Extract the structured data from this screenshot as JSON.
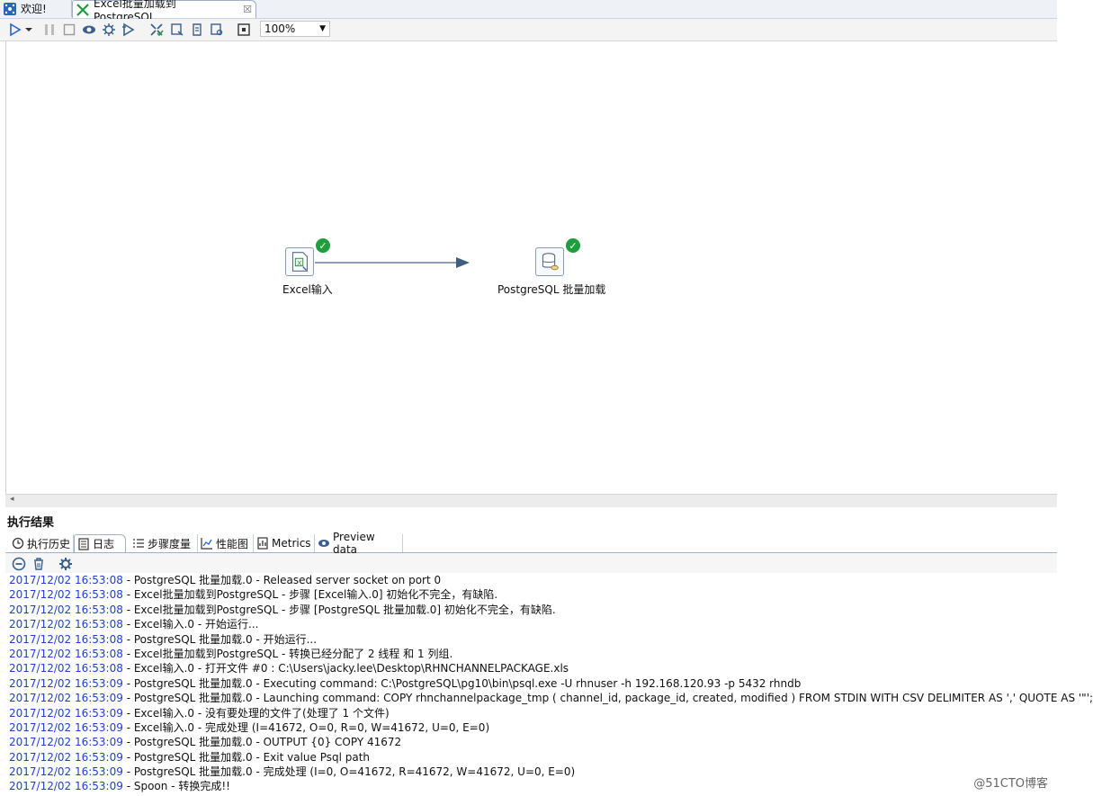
{
  "tabs": {
    "welcome": "欢迎!",
    "active": "Excel批量加载到PostgreSQL",
    "close_glyph": "☒"
  },
  "toolbar": {
    "zoom": "100%"
  },
  "canvas": {
    "steps": {
      "excel": {
        "label": "Excel输入",
        "icon": "excel-file-icon"
      },
      "pg": {
        "label": "PostgreSQL 批量加载",
        "icon": "database-bulk-load-icon"
      }
    },
    "status_ok": "✓"
  },
  "results": {
    "title": "执行结果",
    "tabs": [
      "执行历史",
      "日志",
      "步骤度量",
      "性能图",
      "Metrics",
      "Preview data"
    ],
    "log": [
      {
        "ts": "2017/12/02 16:53:08",
        "msg": " - PostgreSQL 批量加载.0 - Released server socket on port 0"
      },
      {
        "ts": "2017/12/02 16:53:08",
        "msg": " - Excel批量加载到PostgreSQL - 步骤 [Excel输入.0] 初始化不完全，有缺陷."
      },
      {
        "ts": "2017/12/02 16:53:08",
        "msg": " - Excel批量加载到PostgreSQL - 步骤 [PostgreSQL 批量加载.0] 初始化不完全，有缺陷."
      },
      {
        "ts": "2017/12/02 16:53:08",
        "msg": " - Excel输入.0 - 开始运行..."
      },
      {
        "ts": "2017/12/02 16:53:08",
        "msg": " - PostgreSQL 批量加载.0 - 开始运行..."
      },
      {
        "ts": "2017/12/02 16:53:08",
        "msg": " - Excel批量加载到PostgreSQL - 转换已经分配了 2 线程 和 1 列组."
      },
      {
        "ts": "2017/12/02 16:53:08",
        "msg": " - Excel输入.0 - 打开文件 #0 : C:\\Users\\jacky.lee\\Desktop\\RHNCHANNELPACKAGE.xls"
      },
      {
        "ts": "2017/12/02 16:53:09",
        "msg": " - PostgreSQL 批量加载.0 - Executing command: C:\\PostgreSQL\\pg10\\bin\\psql.exe -U rhnuser -h 192.168.120.93 -p 5432 rhndb"
      },
      {
        "ts": "2017/12/02 16:53:09",
        "msg": " - PostgreSQL 批量加载.0 - Launching command: COPY rhnchannelpackage_tmp ( channel_id, package_id, created, modified )  FROM STDIN WITH CSV DELIMITER AS ',' QUOTE AS '\"';"
      },
      {
        "ts": "2017/12/02 16:53:09",
        "msg": " - Excel输入.0 - 没有要处理的文件了(处理了 1 个文件)"
      },
      {
        "ts": "2017/12/02 16:53:09",
        "msg": " - Excel输入.0 - 完成处理 (I=41672, O=0, R=0, W=41672, U=0, E=0)"
      },
      {
        "ts": "2017/12/02 16:53:09",
        "msg": " - PostgreSQL 批量加载.0 - OUTPUT {0} COPY 41672"
      },
      {
        "ts": "2017/12/02 16:53:09",
        "msg": " - PostgreSQL 批量加载.0 - Exit value Psql path"
      },
      {
        "ts": "2017/12/02 16:53:09",
        "msg": " - PostgreSQL 批量加载.0 - 完成处理 (I=0, O=41672, R=41672, W=41672, U=0, E=0)"
      },
      {
        "ts": "2017/12/02 16:53:09",
        "msg": " - Spoon - 转换完成!!"
      }
    ]
  },
  "watermark": "@51CTO博客",
  "colors": {
    "timestamp": "#1d3fd6",
    "ok": "#1e9e3c",
    "hop": "#4a6a86"
  }
}
